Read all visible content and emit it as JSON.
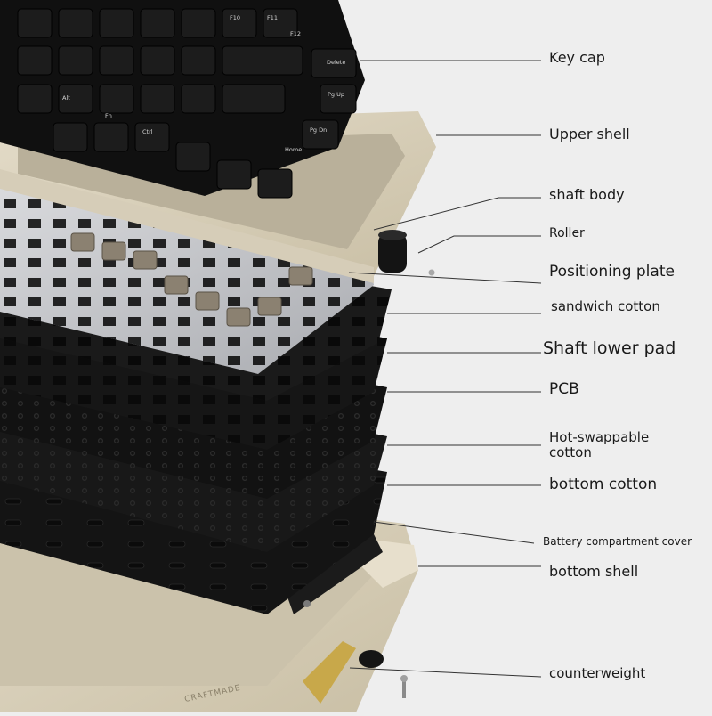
{
  "colors": {
    "background": "#eeeeee",
    "keycap_black": "#101010",
    "shell_beige": "#d8d0bc",
    "plate_silver": "#c7c9cc",
    "layer_black": "#141414",
    "leader_line": "#333333",
    "brass": "#c8a84a"
  },
  "keycap_legends": [
    "F10",
    "F11",
    "F12",
    "Delete",
    "Pg Up",
    "Pg Dn",
    "Home",
    "Ctrl",
    "Alt",
    "Fn"
  ],
  "bottom_shell_engraving": "CRAFTMADE",
  "labels": [
    {
      "id": "key-cap",
      "text": "Key cap"
    },
    {
      "id": "upper-shell",
      "text": "Upper shell"
    },
    {
      "id": "shaft-body",
      "text": "shaft body"
    },
    {
      "id": "roller",
      "text": "Roller"
    },
    {
      "id": "positioning-plate",
      "text": "Positioning plate"
    },
    {
      "id": "sandwich-cotton",
      "text": "sandwich cotton"
    },
    {
      "id": "shaft-lower-pad",
      "text": "Shaft lower pad"
    },
    {
      "id": "pcb",
      "text": "PCB"
    },
    {
      "id": "hot-swappable-cotton",
      "text": "Hot-swappable cotton"
    },
    {
      "id": "bottom-cotton",
      "text": "bottom cotton"
    },
    {
      "id": "battery-compartment-cover",
      "text": "Battery compartment cover"
    },
    {
      "id": "bottom-shell",
      "text": "bottom shell"
    },
    {
      "id": "counterweight",
      "text": "counterweight"
    }
  ]
}
